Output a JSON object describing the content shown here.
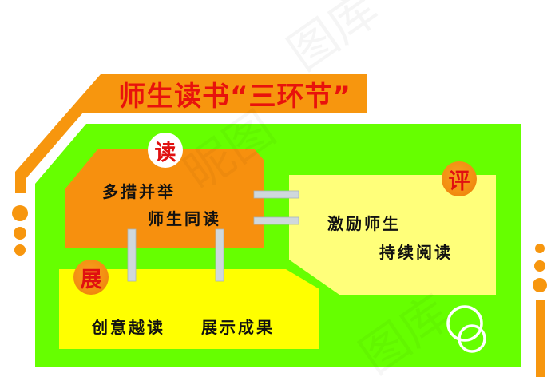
{
  "title": "师生读书“三环节”",
  "colors": {
    "frame_orange": "#f7960e",
    "field_green": "#66ff00",
    "panel_read": "#f7900e",
    "panel_evaluate": "#ffff7a",
    "panel_show": "#ffff00",
    "connector_gray": "#cfd8dc",
    "title_red": "#e8120c"
  },
  "sections": {
    "read": {
      "badge": "读",
      "lines": [
        "多措并举",
        "师生同读"
      ]
    },
    "evaluate": {
      "badge": "评",
      "lines": [
        "激励师生",
        "持续阅读"
      ]
    },
    "show": {
      "badge": "展",
      "lines": [
        "创意越读",
        "展示成果"
      ]
    }
  },
  "decorations": {
    "left_dots": 3,
    "right_dots": 3,
    "rings_icon": "interlocking-rings"
  }
}
